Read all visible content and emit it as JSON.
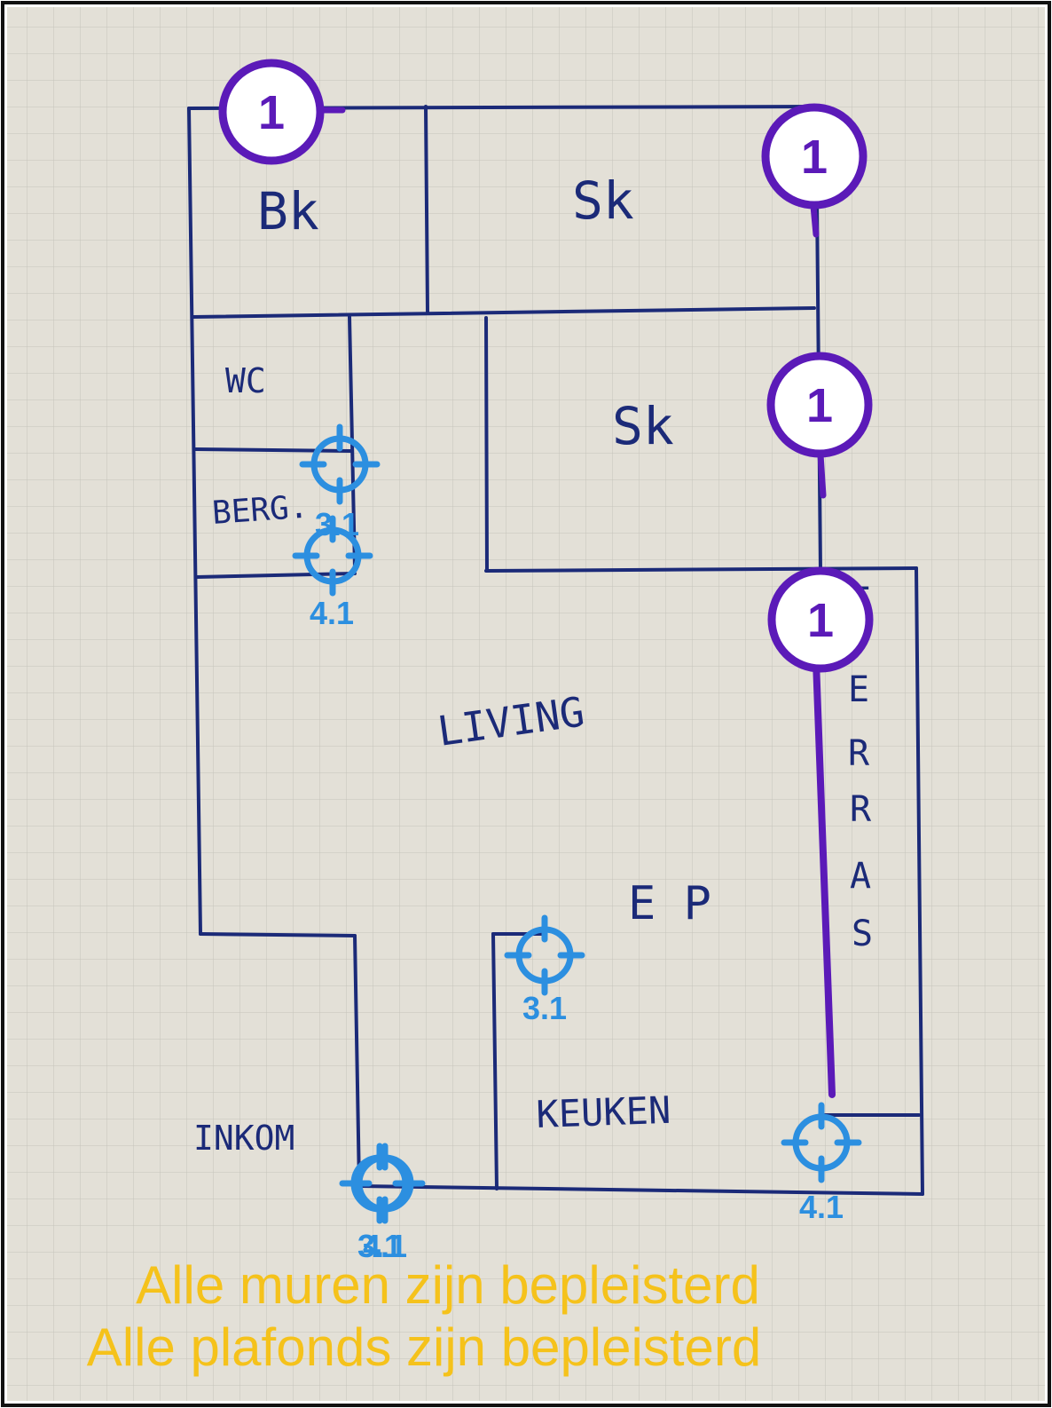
{
  "rooms": {
    "bk": "Bk",
    "sk_top": "Sk",
    "wc": "WC",
    "sk_mid": "Sk",
    "berg": "BERG.",
    "living": "LIVING",
    "ep": "E P",
    "inkom": "INKOM",
    "keuken": "KEUKEN",
    "terras": [
      "T",
      "E",
      "R",
      "R",
      "A",
      "S"
    ]
  },
  "wall_badges": [
    "1",
    "1",
    "1",
    "1"
  ],
  "markers": [
    "3.1",
    "4.1",
    "3.1",
    "3.1",
    "4.1",
    "4.1"
  ],
  "notes": {
    "walls": "Alle muren zijn bepleisterd",
    "ceilings": "Alle plafonds zijn bepleisterd"
  },
  "colors": {
    "paper": "#e3e0d7",
    "ink": "#1b2a78",
    "badge": "#5b1ab8",
    "marker": "#2c8fe0",
    "note": "#f5c21b"
  }
}
